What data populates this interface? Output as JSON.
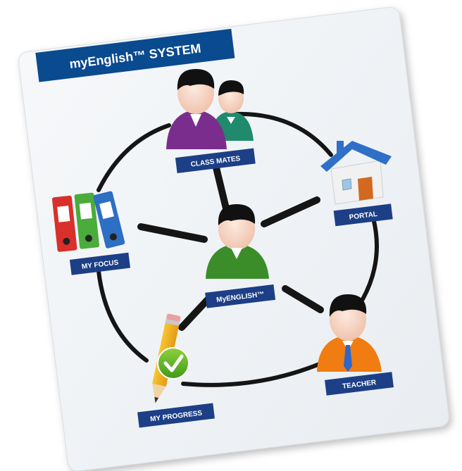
{
  "title": "myEnglish™ SYSTEM",
  "nodes": {
    "center": "MyENGLISH™",
    "classmates": "CLASS MATES",
    "portal": "PORTAL",
    "focus": "MY FOCUS",
    "progress": "MY PROGRESS",
    "teacher": "TEACHER"
  },
  "colors": {
    "label_bg": "#1c3f86",
    "title_bg": "#0a4a8f",
    "connector": "#151515",
    "classmate_shirt": "#7b2d8e",
    "classmate2_shirt": "#1f8a6c",
    "center_shirt": "#3b8d2a",
    "teacher_shirt": "#f07c12",
    "house_roof": "#2f6fc7",
    "binder_colors": [
      "#d9302b",
      "#4aac3b",
      "#2c6fc3"
    ]
  }
}
